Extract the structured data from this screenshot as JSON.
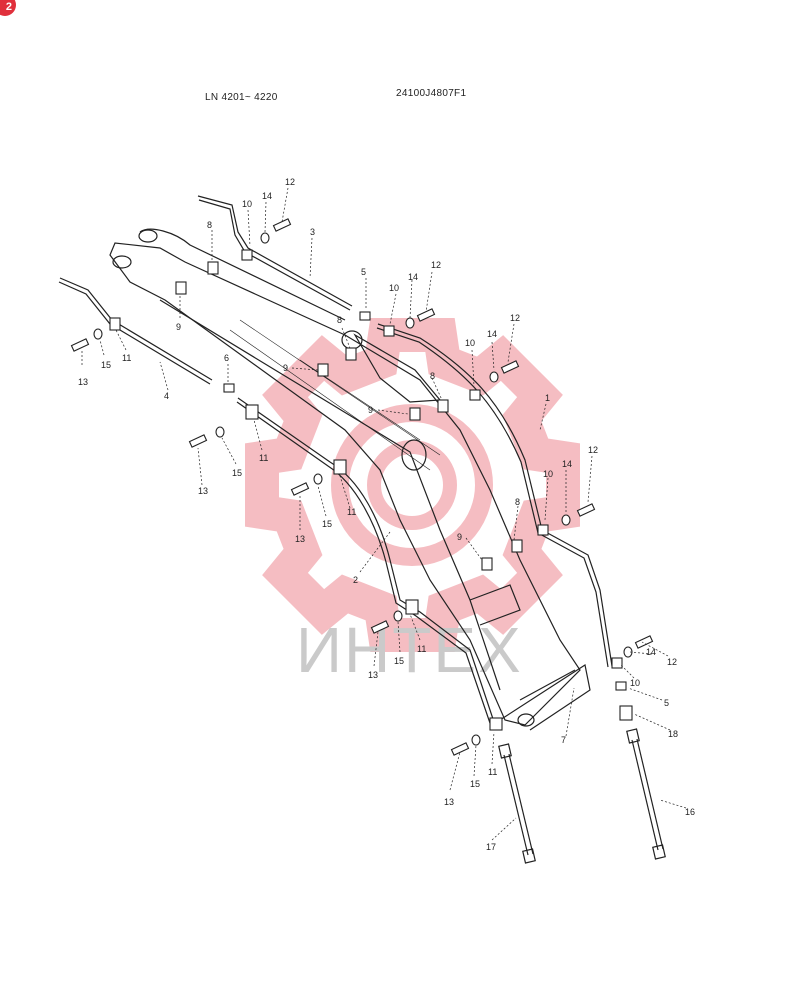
{
  "badge": "2",
  "header": {
    "serial_range": "LN 4201~ 4220",
    "drawing_number": "24100J4807F1"
  },
  "watermark": {
    "text": "ИНТЕХ",
    "color": "#e8394a"
  },
  "callouts": [
    {
      "id": "c12a",
      "label": "12"
    },
    {
      "id": "c14a",
      "label": "14"
    },
    {
      "id": "c10a",
      "label": "10"
    },
    {
      "id": "c8a",
      "label": "8"
    },
    {
      "id": "c3",
      "label": "3"
    },
    {
      "id": "c5a",
      "label": "5"
    },
    {
      "id": "c14b",
      "label": "14"
    },
    {
      "id": "c12b",
      "label": "12"
    },
    {
      "id": "c10b",
      "label": "10"
    },
    {
      "id": "c9a",
      "label": "9"
    },
    {
      "id": "c13a",
      "label": "13"
    },
    {
      "id": "c15a",
      "label": "15"
    },
    {
      "id": "c11a",
      "label": "11"
    },
    {
      "id": "c4",
      "label": "4"
    },
    {
      "id": "c8b",
      "label": "8"
    },
    {
      "id": "c14c",
      "label": "14"
    },
    {
      "id": "c12c",
      "label": "12"
    },
    {
      "id": "c10c",
      "label": "10"
    },
    {
      "id": "c6",
      "label": "6"
    },
    {
      "id": "c9b",
      "label": "9"
    },
    {
      "id": "c8c",
      "label": "8"
    },
    {
      "id": "c1",
      "label": "1"
    },
    {
      "id": "c9c",
      "label": "9"
    },
    {
      "id": "c15b",
      "label": "15"
    },
    {
      "id": "c11b",
      "label": "11"
    },
    {
      "id": "c13b",
      "label": "13"
    },
    {
      "id": "c10d",
      "label": "10"
    },
    {
      "id": "c14d",
      "label": "14"
    },
    {
      "id": "c12d",
      "label": "12"
    },
    {
      "id": "c13c",
      "label": "13"
    },
    {
      "id": "c15c",
      "label": "15"
    },
    {
      "id": "c11c",
      "label": "11"
    },
    {
      "id": "c8d",
      "label": "8"
    },
    {
      "id": "c9d",
      "label": "9"
    },
    {
      "id": "c2",
      "label": "2"
    },
    {
      "id": "c13d",
      "label": "13"
    },
    {
      "id": "c15d",
      "label": "15"
    },
    {
      "id": "c11d",
      "label": "11"
    },
    {
      "id": "c12e",
      "label": "12"
    },
    {
      "id": "c14e",
      "label": "14"
    },
    {
      "id": "c10e",
      "label": "10"
    },
    {
      "id": "c5b",
      "label": "5"
    },
    {
      "id": "c18",
      "label": "18"
    },
    {
      "id": "c7",
      "label": "7"
    },
    {
      "id": "c13e",
      "label": "13"
    },
    {
      "id": "c15e",
      "label": "15"
    },
    {
      "id": "c11e",
      "label": "11"
    },
    {
      "id": "c16",
      "label": "16"
    },
    {
      "id": "c17",
      "label": "17"
    }
  ]
}
